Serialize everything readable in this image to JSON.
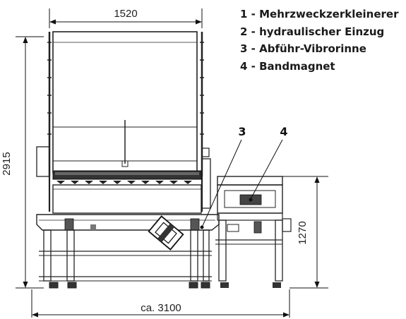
{
  "dimensions": {
    "top_width": "1520",
    "total_height": "2915",
    "bottom_width": "ca. 3100",
    "magnet_height": "1270"
  },
  "legend": [
    "1 - Mehrzweckzerkleinerer",
    "2 - hydraulischer Einzug",
    "3 - Abführ-Vibrorinne",
    "4 - Bandmagnet"
  ],
  "callouts": {
    "vibrorinne": "3",
    "bandmagnet": "4"
  }
}
